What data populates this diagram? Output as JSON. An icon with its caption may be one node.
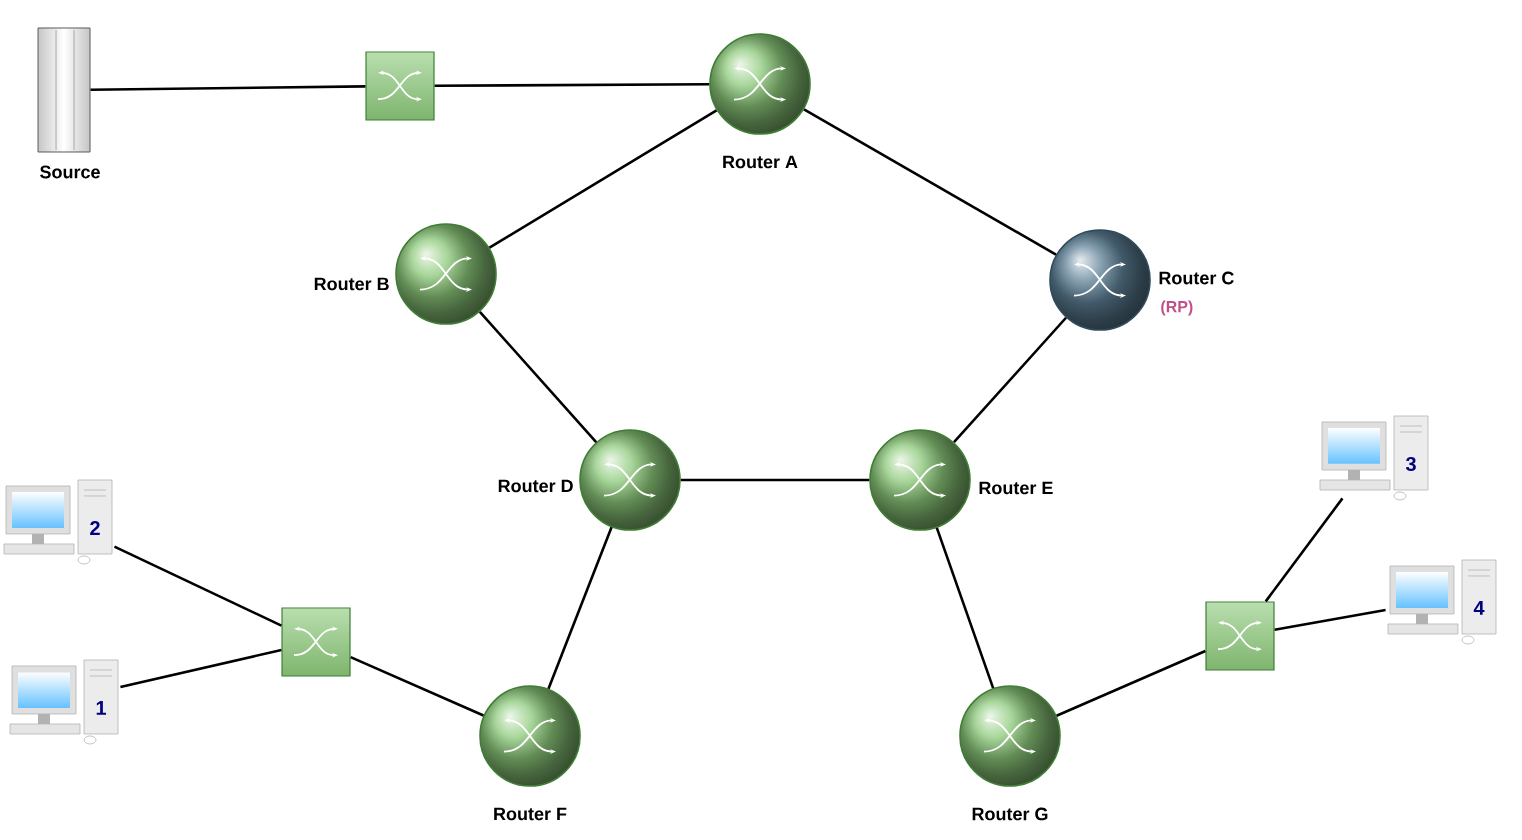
{
  "diagram": {
    "nodes": [
      {
        "text": [
          "Source"
        ]
      },
      {
        "text": [],
        "shape": "box"
      },
      {
        "text": [
          "Router A"
        ]
      },
      {
        "text": [
          "Router B"
        ]
      },
      {
        "text": [
          "Router C",
          "(RP)"
        ]
      },
      {
        "text": [
          "Router D"
        ]
      },
      {
        "text": [
          "Router E"
        ]
      },
      {
        "text": [
          "2"
        ]
      },
      {
        "text": [],
        "shape": "box"
      },
      {
        "text": [
          "3"
        ]
      },
      {
        "text": [],
        "shape": "box"
      },
      {
        "text": [
          "4"
        ]
      },
      {
        "text": [
          "1"
        ]
      },
      {
        "text": [
          "Router F"
        ]
      },
      {
        "text": [
          "Router G"
        ]
      }
    ],
    "edges": [
      {
        "from": 0,
        "to": 1,
        "arrow": "none"
      },
      {
        "from": 1,
        "to": 2,
        "arrow": "none"
      },
      {
        "from": 2,
        "to": 3,
        "arrow": "none"
      },
      {
        "from": 2,
        "to": 4,
        "arrow": "none"
      },
      {
        "from": 3,
        "to": 5,
        "arrow": "none"
      },
      {
        "from": 4,
        "to": 6,
        "arrow": "none"
      },
      {
        "from": 5,
        "to": 6,
        "arrow": "none"
      },
      {
        "from": 5,
        "to": 13,
        "arrow": "none"
      },
      {
        "from": 6,
        "to": 14,
        "arrow": "none"
      },
      {
        "from": 7,
        "to": 8,
        "arrow": "none"
      },
      {
        "from": 12,
        "to": 8,
        "arrow": "none"
      },
      {
        "from": 8,
        "to": 13,
        "arrow": "none"
      },
      {
        "from": 14,
        "to": 10,
        "arrow": "none"
      },
      {
        "from": 10,
        "to": 9,
        "arrow": "none"
      },
      {
        "from": 10,
        "to": 11,
        "arrow": "none"
      }
    ]
  }
}
